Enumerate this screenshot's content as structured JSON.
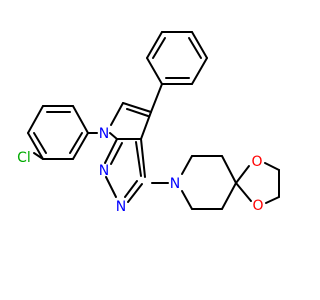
{
  "molecule": {
    "atom_labels": {
      "n_pyrrole": "N",
      "n_pyrimidine_1": "N",
      "n_pyrimidine_2": "N",
      "n_piperidine": "N",
      "o_dioxolane_1": "O",
      "o_dioxolane_2": "O",
      "cl": "Cl"
    },
    "colors": {
      "bond": "#000000",
      "nitrogen": "#0000ff",
      "oxygen": "#ff0000",
      "chlorine": "#00aa00"
    }
  }
}
